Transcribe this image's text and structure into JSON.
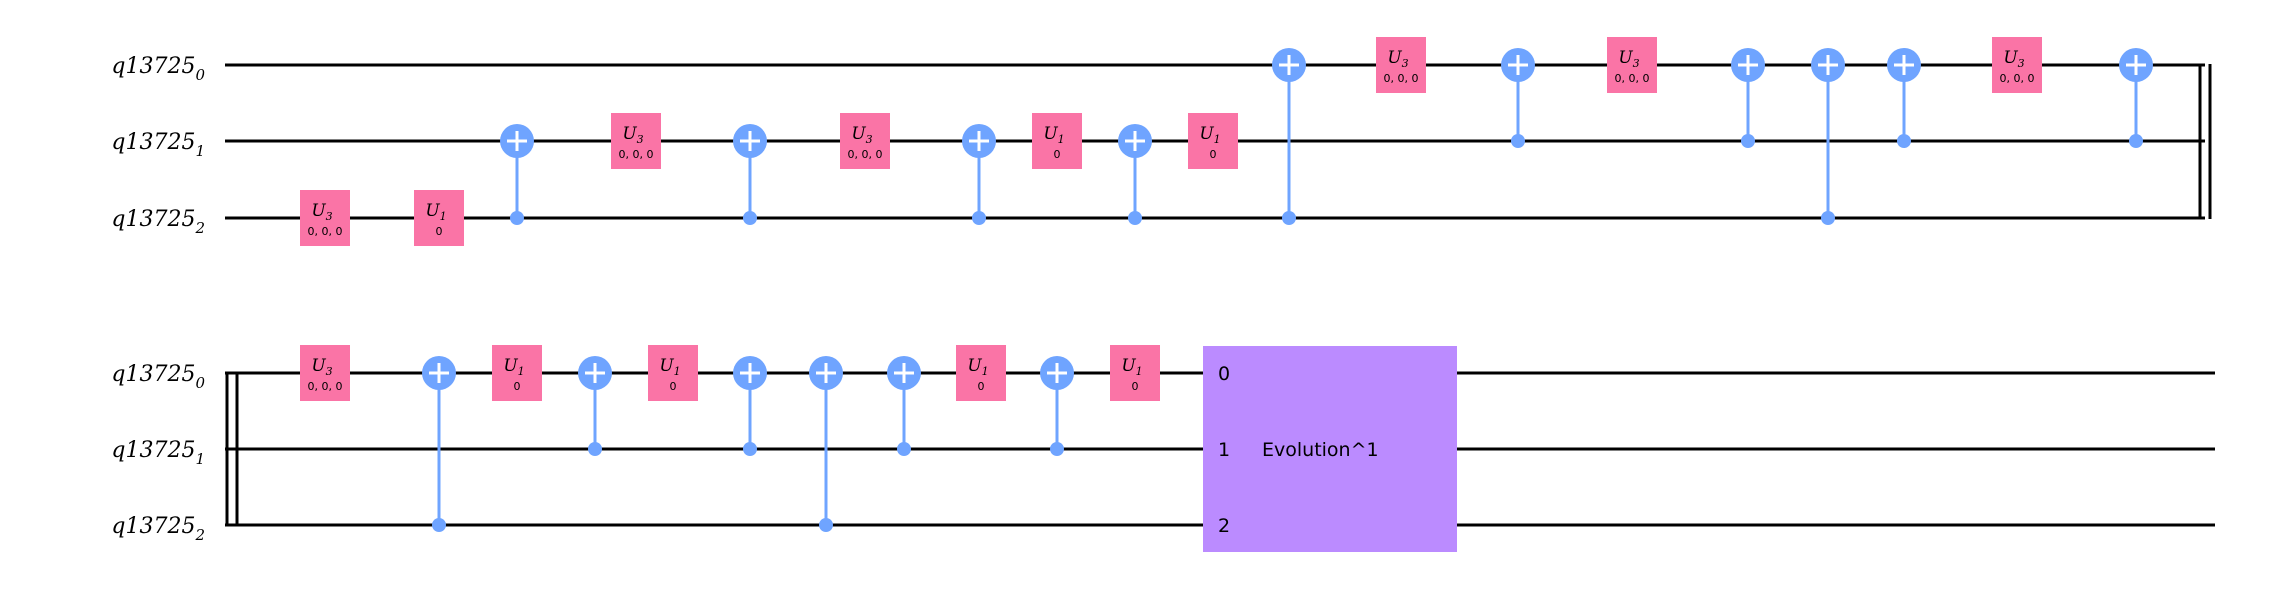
{
  "qubit_register": "q13725",
  "qubit_indices": [
    "0",
    "1",
    "2"
  ],
  "colors": {
    "u_gate": "#FA74A6",
    "cnot": "#6FA4FF",
    "evolution": "#BB8BFF",
    "wire": "#000000"
  },
  "rows": [
    {
      "steps": [
        {
          "type": "u",
          "qubit": 2,
          "name": "U",
          "sub": "3",
          "params": "0, 0, 0"
        },
        {
          "type": "u",
          "qubit": 2,
          "name": "U",
          "sub": "1",
          "params": "0"
        },
        {
          "type": "cx",
          "control": 2,
          "target": 1
        },
        {
          "type": "u",
          "qubit": 1,
          "name": "U",
          "sub": "3",
          "params": "0, 0, 0"
        },
        {
          "type": "cx",
          "control": 2,
          "target": 1
        },
        {
          "type": "u",
          "qubit": 1,
          "name": "U",
          "sub": "3",
          "params": "0, 0, 0"
        },
        {
          "type": "cx",
          "control": 2,
          "target": 1
        },
        {
          "type": "u",
          "qubit": 1,
          "name": "U",
          "sub": "1",
          "params": "0"
        },
        {
          "type": "cx",
          "control": 2,
          "target": 1
        },
        {
          "type": "u",
          "qubit": 1,
          "name": "U",
          "sub": "1",
          "params": "0"
        },
        {
          "type": "cx",
          "control": 2,
          "target": 0
        },
        {
          "type": "u",
          "qubit": 0,
          "name": "U",
          "sub": "3",
          "params": "0, 0, 0"
        },
        {
          "type": "cx",
          "control": 1,
          "target": 0
        },
        {
          "type": "u",
          "qubit": 0,
          "name": "U",
          "sub": "3",
          "params": "0, 0, 0"
        },
        {
          "type": "cx",
          "control": 1,
          "target": 0
        },
        {
          "type": "cx",
          "control": 2,
          "target": 0
        },
        {
          "type": "cx",
          "control": 1,
          "target": 0
        },
        {
          "type": "u",
          "qubit": 0,
          "name": "U",
          "sub": "3",
          "params": "0, 0, 0"
        },
        {
          "type": "cx",
          "control": 1,
          "target": 0
        }
      ]
    },
    {
      "steps": [
        {
          "type": "u",
          "qubit": 0,
          "name": "U",
          "sub": "3",
          "params": "0, 0, 0"
        },
        {
          "type": "cx",
          "control": 2,
          "target": 0
        },
        {
          "type": "u",
          "qubit": 0,
          "name": "U",
          "sub": "1",
          "params": "0"
        },
        {
          "type": "cx",
          "control": 1,
          "target": 0
        },
        {
          "type": "u",
          "qubit": 0,
          "name": "U",
          "sub": "1",
          "params": "0"
        },
        {
          "type": "cx",
          "control": 1,
          "target": 0
        },
        {
          "type": "cx",
          "control": 2,
          "target": 0
        },
        {
          "type": "cx",
          "control": 1,
          "target": 0
        },
        {
          "type": "u",
          "qubit": 0,
          "name": "U",
          "sub": "1",
          "params": "0"
        },
        {
          "type": "cx",
          "control": 1,
          "target": 0
        },
        {
          "type": "u",
          "qubit": 0,
          "name": "U",
          "sub": "1",
          "params": "0"
        },
        {
          "type": "block",
          "label": "Evolution^1",
          "port_labels": [
            "0",
            "1",
            "2"
          ]
        }
      ]
    }
  ]
}
